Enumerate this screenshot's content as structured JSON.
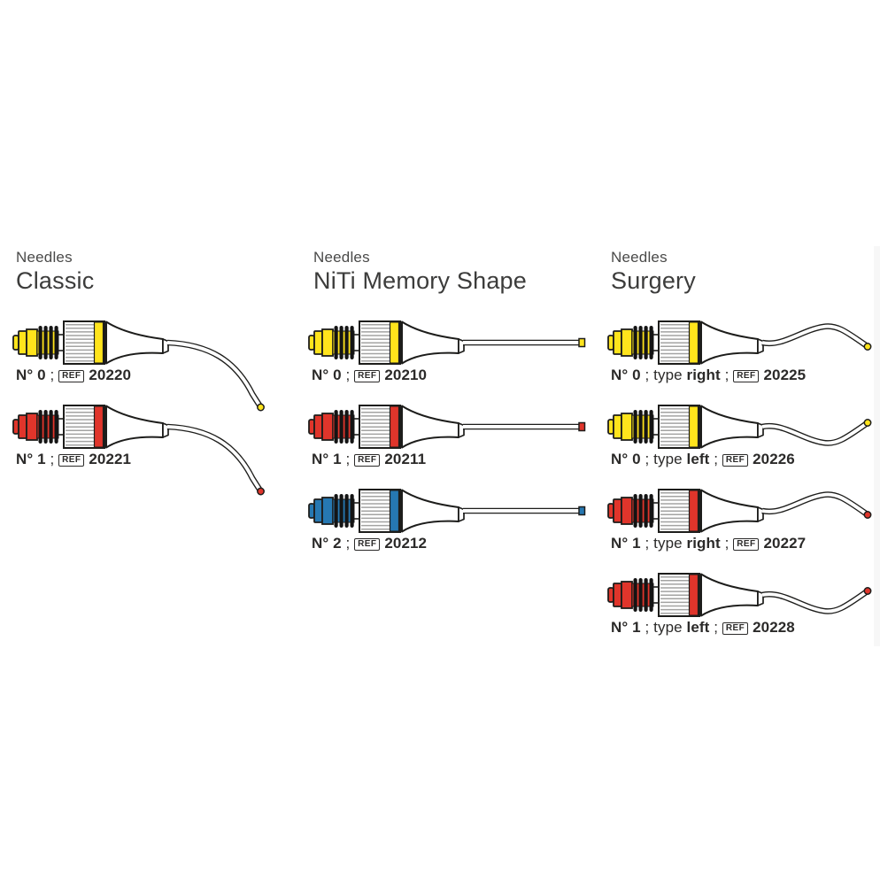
{
  "page": {
    "background": "#ffffff",
    "kind": "needle catalog page"
  },
  "colors": {
    "yellow": "#ffe41c",
    "red": "#e0352b",
    "blue": "#2678b2",
    "outline": "#1d1d1b",
    "rib_gray": "#a3a3a2",
    "header_label_gray": "#4a4a49",
    "header_title_gray": "#3c3c3b",
    "label_text": "#2b2a29"
  },
  "label_text": {
    "separator": " ; ",
    "type_prefix": "type ",
    "ref_label": "REF"
  },
  "sections": [
    {
      "id": "classic",
      "label": "Needles",
      "title": "Classic",
      "items": [
        {
          "number": "N° 0",
          "ref": "20220",
          "color_name": "yellow",
          "needle_shape": "curved-down",
          "tip_color_name": "yellow"
        },
        {
          "number": "N° 1",
          "ref": "20221",
          "color_name": "red",
          "needle_shape": "curved-down",
          "tip_color_name": "red"
        }
      ]
    },
    {
      "id": "niti-memory-shape",
      "label": "Needles",
      "title": "NiTi Memory Shape",
      "items": [
        {
          "number": "N° 0",
          "ref": "20210",
          "color_name": "yellow",
          "needle_shape": "straight",
          "tip_color_name": "yellow"
        },
        {
          "number": "N° 1",
          "ref": "20211",
          "color_name": "red",
          "needle_shape": "straight",
          "tip_color_name": "red"
        },
        {
          "number": "N° 2",
          "ref": "20212",
          "color_name": "blue",
          "needle_shape": "straight",
          "tip_color_name": "blue"
        }
      ]
    },
    {
      "id": "surgery",
      "label": "Needles",
      "title": "Surgery",
      "items": [
        {
          "number": "N° 0",
          "type": "right",
          "ref": "20225",
          "color_name": "yellow",
          "needle_shape": "curve-right",
          "tip_color_name": "yellow"
        },
        {
          "number": "N° 0",
          "type": "left",
          "ref": "20226",
          "color_name": "yellow",
          "needle_shape": "curve-left",
          "tip_color_name": "yellow"
        },
        {
          "number": "N° 1",
          "type": "right",
          "ref": "20227",
          "color_name": "red",
          "needle_shape": "curve-right",
          "tip_color_name": "red"
        },
        {
          "number": "N° 1",
          "type": "left",
          "ref": "20228",
          "color_name": "red",
          "needle_shape": "curve-left",
          "tip_color_name": "red"
        }
      ]
    }
  ]
}
